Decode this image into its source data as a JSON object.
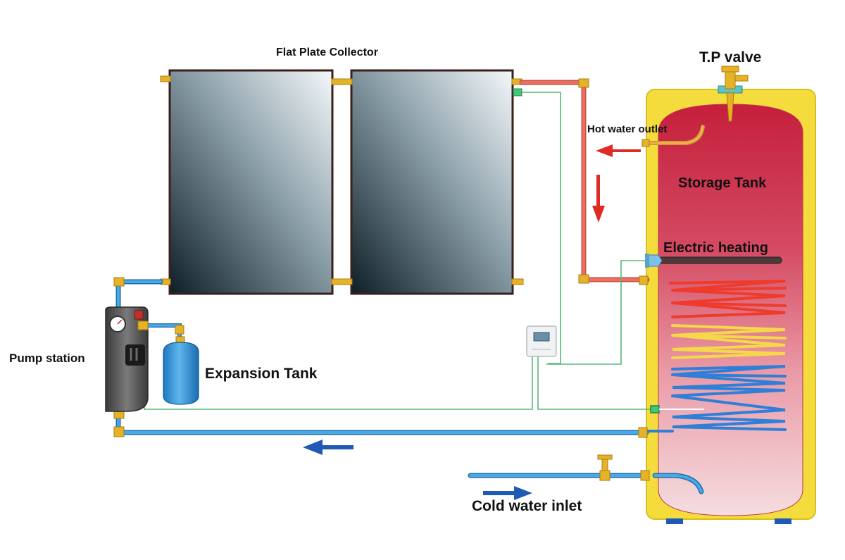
{
  "labels": {
    "collector": "Flat Plate Collector",
    "tp_valve": "T.P valve",
    "hot_water_outlet": "Hot water outlet",
    "storage_tank": "Storage Tank",
    "electric_heating": "Electric heating",
    "pump_station": "Pump station",
    "expansion_tank": "Expansion Tank",
    "cold_water_inlet": "Cold water inlet"
  },
  "colors": {
    "tank_shell": "#f4dc3c",
    "tank_inner_top": "#c8233f",
    "tank_inner_bottom": "#f3d8dc",
    "hot_pipe": "#ee6e5e",
    "cold_pipe": "#2b8fd6",
    "sensor_wire": "#58b87a",
    "arrow_hot": "#e02a26",
    "arrow_cold": "#1f5bb4",
    "brass": "#e6b328",
    "coil_red": "#ef3b2c",
    "coil_yellow": "#f4d84a",
    "coil_blue": "#2f7fd8",
    "expansion_tank": "#2a92d6",
    "pump_body": "#5a5a5a"
  }
}
